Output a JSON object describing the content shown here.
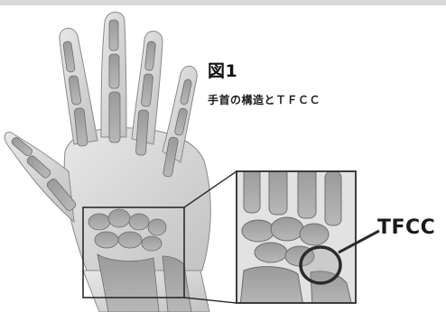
{
  "figure": {
    "title": "図1",
    "caption": "手首の構造とＴＦＣＣ",
    "callout_label": "TFCC"
  },
  "colors": {
    "skin": "#dcdcdc",
    "skin_shade": "#bdbdbd",
    "bone": "#a9a9a9",
    "bone_dark": "#7d7d7d",
    "outline": "#3a3a3a",
    "inset_border": "#2b2b2b"
  }
}
